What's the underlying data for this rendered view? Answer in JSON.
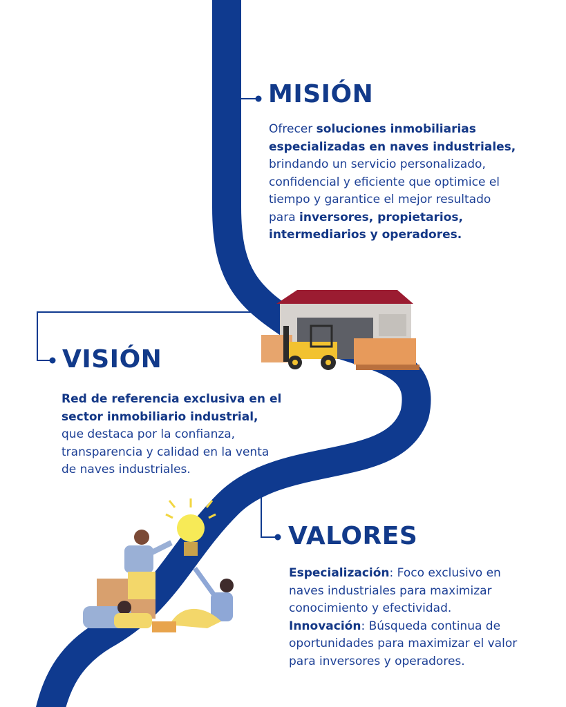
{
  "mision": {
    "title": "MISIÓN",
    "text_1": "Ofrecer ",
    "bold_1": "soluciones inmobiliarias especializadas en naves industriales,",
    "text_2": " brindando un servicio personalizado, confidencial y eficiente que optimice el tiempo y garantice el mejor resultado para ",
    "bold_2": "inversores, propietarios, intermediarios y operadores."
  },
  "vision": {
    "title": "VISIÓN",
    "bold_1": "Red de referencia exclusiva en el sector inmobiliario industrial,",
    "text_1": " que destaca por la confianza, transparencia y calidad en la venta de naves industriales."
  },
  "valores": {
    "title": "VALORES",
    "item_1_label": "Especialización",
    "item_1_text": ": Foco exclusivo en naves industriales para maximizar conocimiento y efectividad.",
    "item_2_label": "Innovación",
    "item_2_text": ": Búsqueda continua de oportunidades para maximizar el valor para inversores y operadores."
  },
  "colors": {
    "road": "#0f3a8f",
    "heading": "#123a8a",
    "text": "#1c3f95"
  },
  "icons": [
    "warehouse-forklift-illustration",
    "team-idea-illustration",
    "lightbulb-icon"
  ]
}
